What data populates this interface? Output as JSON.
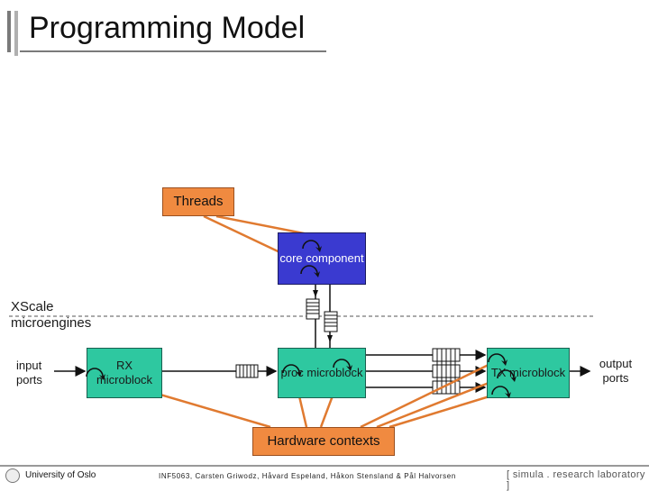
{
  "slide": {
    "title": "Programming Model"
  },
  "callouts": {
    "threads": "Threads",
    "hardware_contexts": "Hardware contexts"
  },
  "blocks": {
    "core": "core component",
    "rx": "RX microblock",
    "proc": "proc microblock",
    "tx": "TX microblock"
  },
  "labels": {
    "xscale": "XScale",
    "microengines": "microengines",
    "input_ports": "input ports",
    "output_ports": "output ports"
  },
  "footer": {
    "institution": "University of Oslo",
    "authors": "INF5063, Carsten Griwodz, Håvard Espeland, Håkon Stensland & Pål Halvorsen",
    "lab": "[ simula . research laboratory ]"
  },
  "colors": {
    "callout_fill": "#f08a40",
    "callout_line": "#e07a30",
    "core_fill": "#3a3ad0",
    "microblock_fill": "#2ec8a0"
  }
}
